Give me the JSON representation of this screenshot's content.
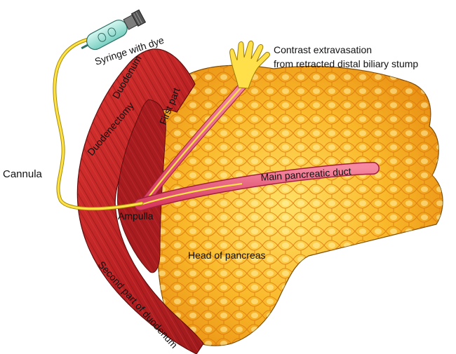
{
  "labels": {
    "syringe": "Syringe with dye",
    "extravasation_line1": "Contrast extravasation",
    "extravasation_line2": "from retracted distal biliary stump",
    "duodenum": "Duodenum",
    "first_part": "First part",
    "duodenectomy": "Duodenectomy",
    "cannula": "Cannula",
    "main_duct": "Main pancreatic duct",
    "ampulla": "Ampulla",
    "head": "Head of pancreas",
    "second_part": "Second part of duodenum"
  },
  "colors": {
    "pancreas": "#f5a623",
    "pancreas_light": "#ffd54a",
    "duodenum": "#c62828",
    "duodenum_dark": "#8e1b1b",
    "duct": "#e8587a",
    "cannula": "#ffe24a",
    "syringe": "#a8e6dc",
    "contrast": "#ffe04a"
  }
}
